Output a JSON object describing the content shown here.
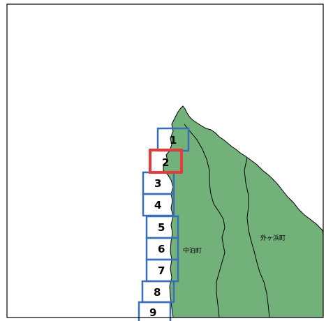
{
  "map": {
    "town_labels": {
      "nakadomari": "中泊町",
      "sotogahama": "外ヶ浜町"
    },
    "sections": [
      {
        "label": "1",
        "selected": false
      },
      {
        "label": "2",
        "selected": true
      },
      {
        "label": "3",
        "selected": false
      },
      {
        "label": "4",
        "selected": false
      },
      {
        "label": "5",
        "selected": false
      },
      {
        "label": "6",
        "selected": false
      },
      {
        "label": "7",
        "selected": false
      },
      {
        "label": "8",
        "selected": false
      },
      {
        "label": "9",
        "selected": false
      }
    ],
    "colors": {
      "land": "#72b17a",
      "boundary": "#000000",
      "section_border": "#3a6fb8",
      "selected_border": "#e83a3a"
    }
  }
}
